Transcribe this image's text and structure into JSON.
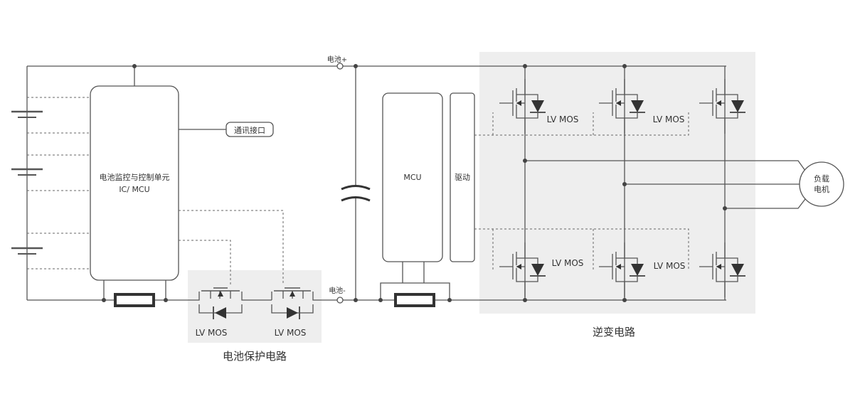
{
  "labels": {
    "bms_title": "电池监控与控制单元",
    "bms_sub": "IC/ MCU",
    "comm_interface": "通讯接口",
    "terminal_pos": "电池+",
    "terminal_neg": "电池-",
    "mcu": "MCU",
    "driver": "驱动",
    "motor_line1": "负载",
    "motor_line2": "电机",
    "mos": "LV MOS",
    "protection_caption": "电池保护电路",
    "inverter_caption": "逆变电路"
  },
  "colors": {
    "wire": "#555555",
    "panel": "#eeeeee",
    "text": "#333333"
  }
}
